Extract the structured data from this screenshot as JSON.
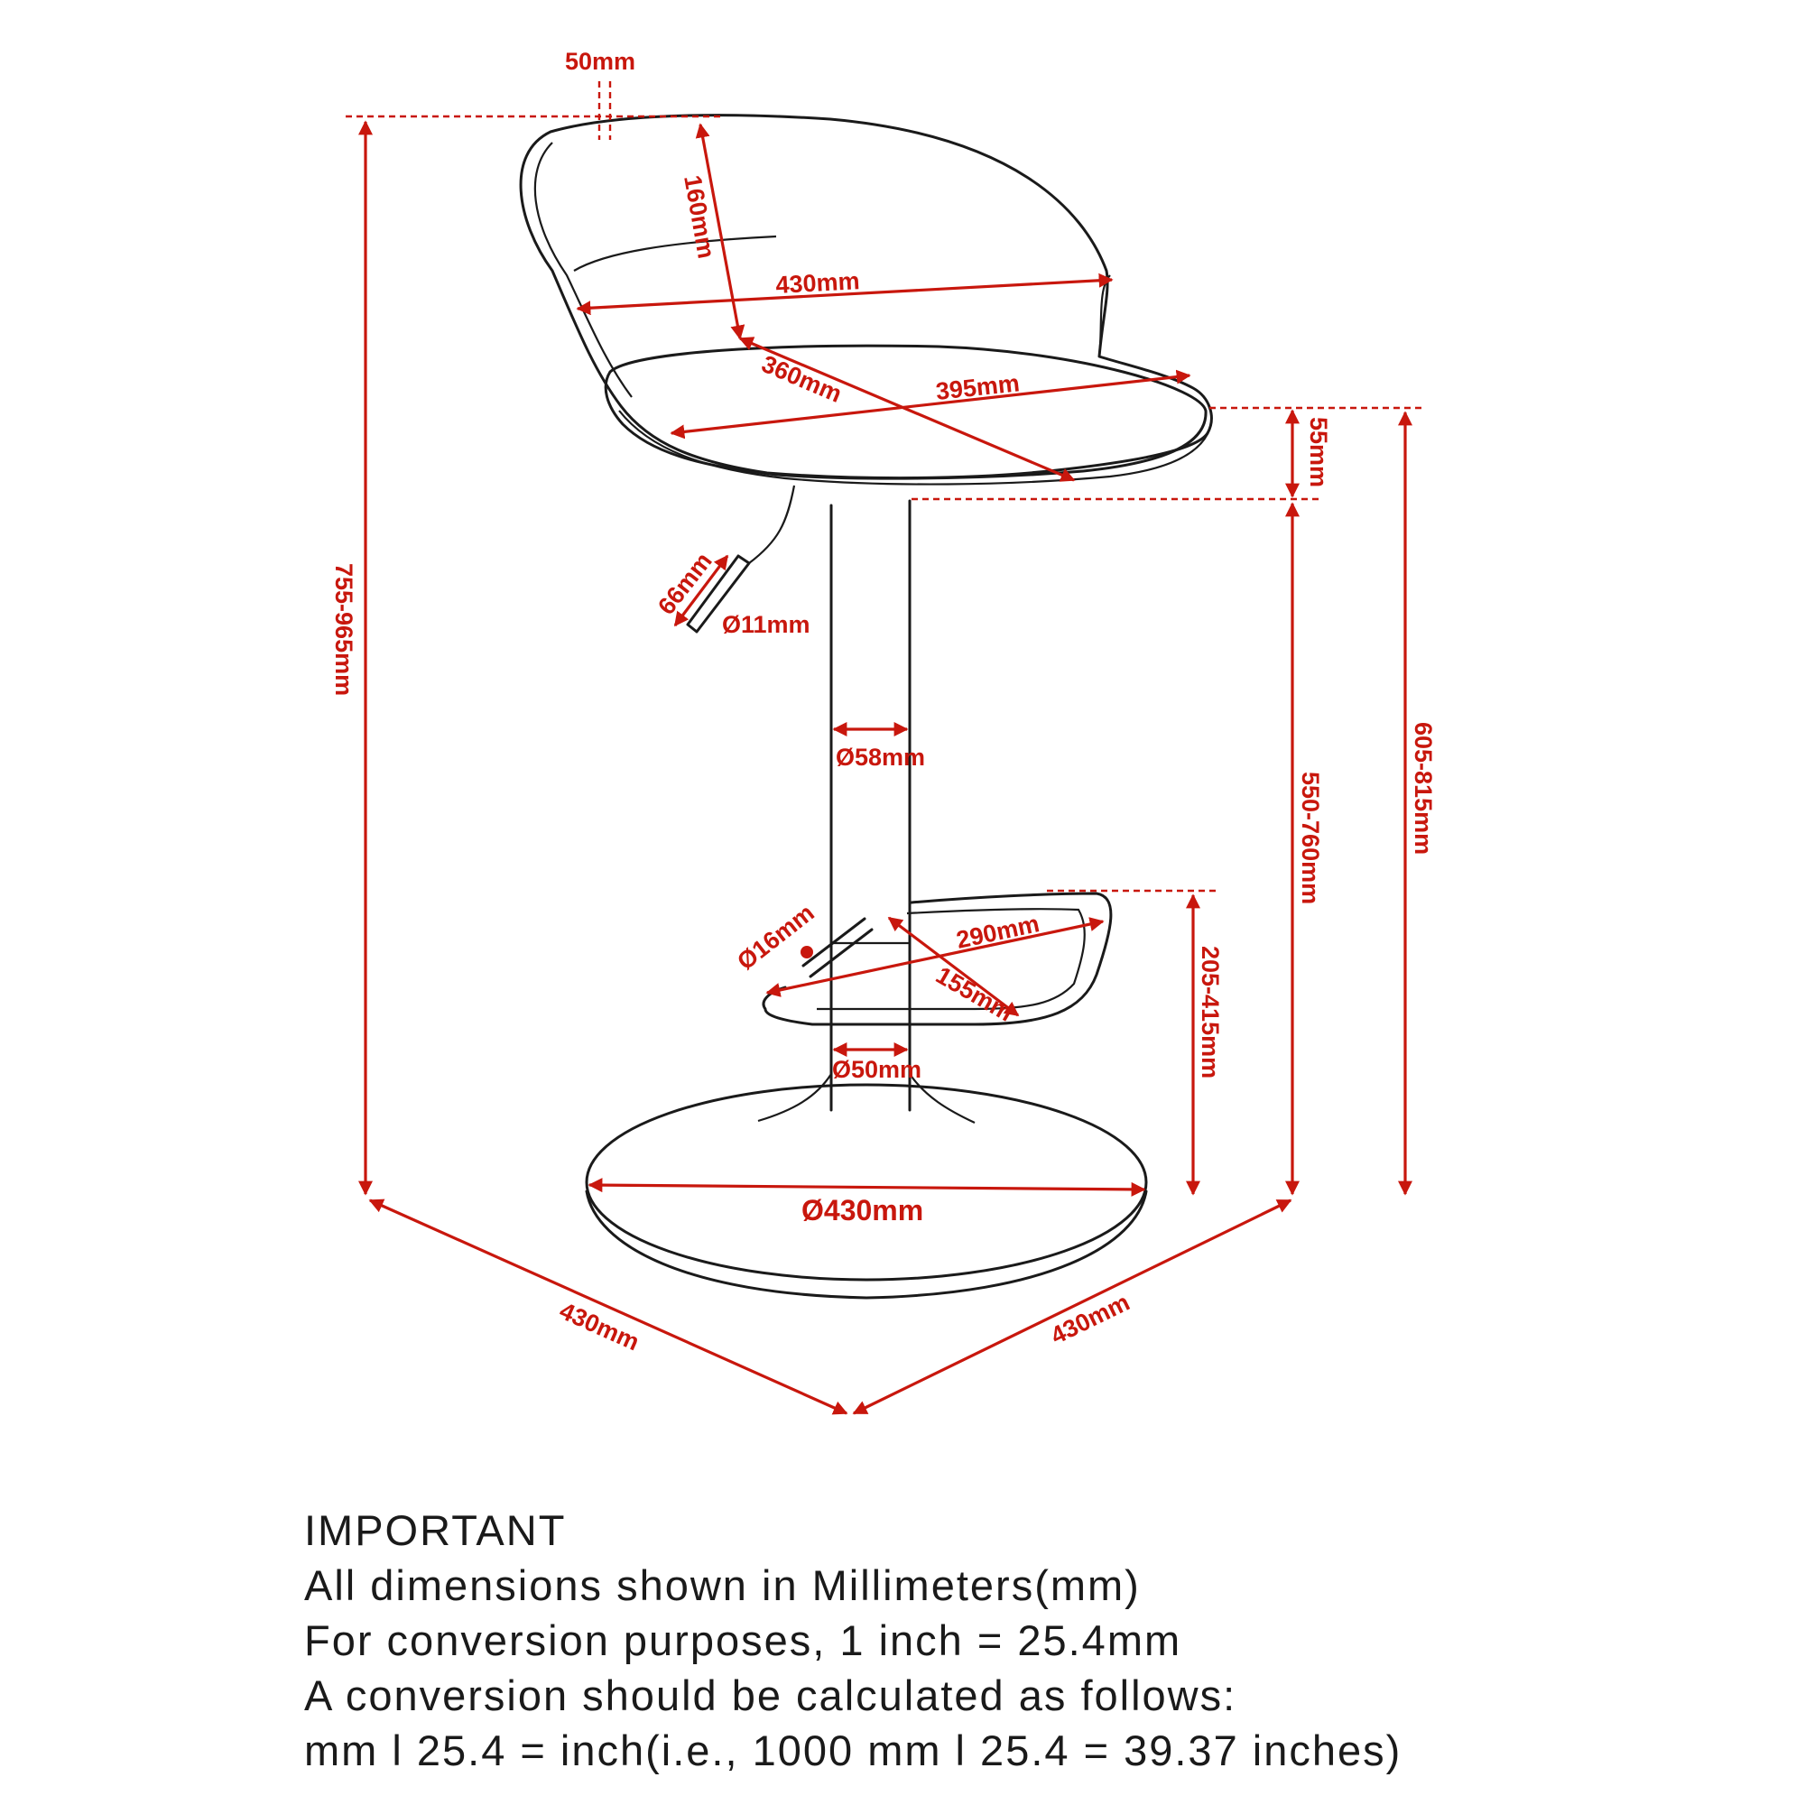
{
  "diagram": {
    "colors": {
      "dimension": "#c8170d",
      "outline": "#1a1a1a"
    },
    "labels": {
      "back_thickness": "50mm",
      "back_height": "160mm",
      "back_width": "430mm",
      "seat_depth": "360mm",
      "seat_width": "395mm",
      "seat_thickness": "55mm",
      "lever_length": "66mm",
      "lever_diameter": "Ø11mm",
      "column_diameter": "Ø58mm",
      "overall_height": "755-965mm",
      "seat_height": "550-760mm",
      "seat_top_height": "605-815mm",
      "footrest_tube": "Ø16mm",
      "footrest_width": "290mm",
      "footrest_depth": "155mm",
      "footrest_height": "205-415mm",
      "lower_column_diameter": "Ø50mm",
      "base_diameter": "Ø430mm",
      "footprint_depth": "430mm",
      "footprint_width": "430mm"
    }
  },
  "notes": {
    "heading": "IMPORTANT",
    "line1": "All dimensions shown in Millimeters(mm)",
    "line2": "For conversion purposes, 1 inch = 25.4mm",
    "line3": "A conversion should be calculated as follows:",
    "line4": "mm l 25.4 = inch(i.e., 1000 mm l 25.4 = 39.37 inches)"
  }
}
